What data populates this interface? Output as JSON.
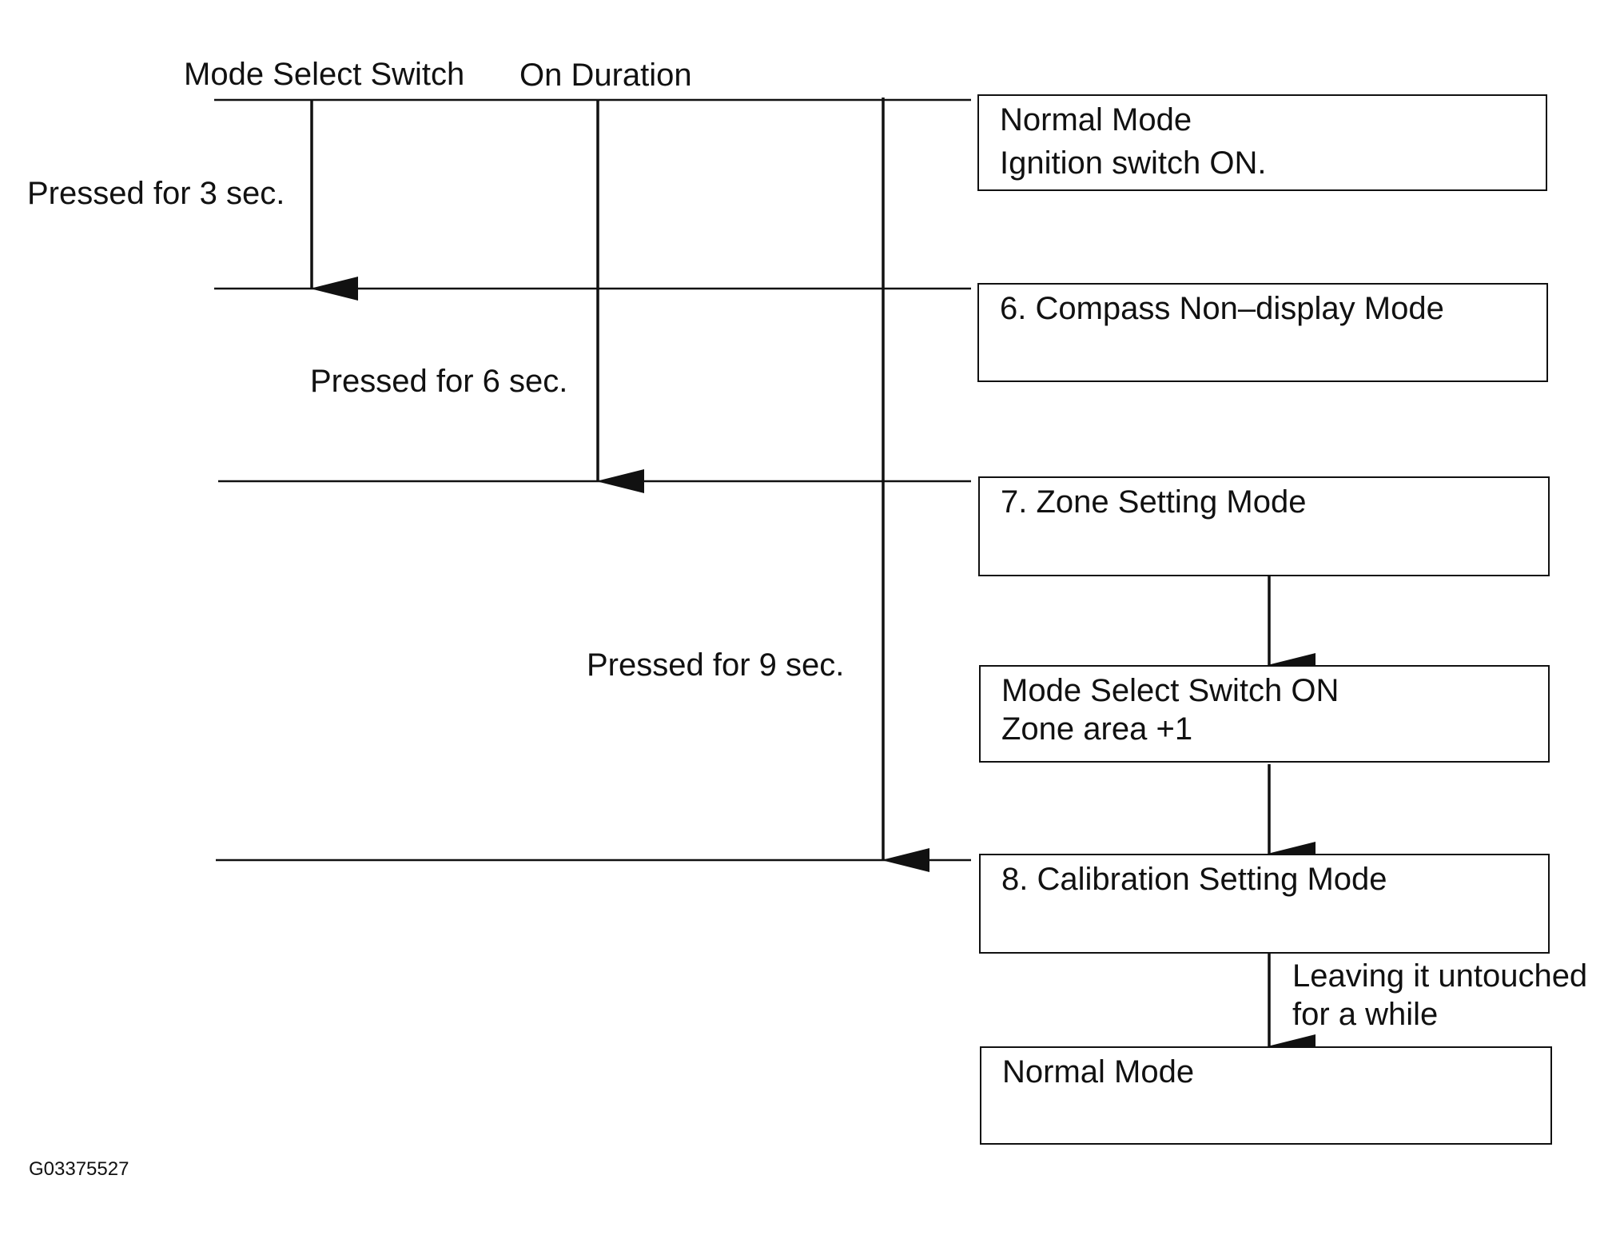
{
  "header": {
    "col1": "Mode Select Switch",
    "col2": "On Duration"
  },
  "durations": {
    "d3": "Pressed for 3 sec.",
    "d6": "Pressed for 6 sec.",
    "d9": "Pressed for 9 sec."
  },
  "boxes": {
    "normal": {
      "line1": "Normal Mode",
      "line2": "Ignition switch ON."
    },
    "compass": {
      "line1": "6. Compass Non–display Mode"
    },
    "zone": {
      "line1": "7. Zone Setting Mode"
    },
    "switch_on": {
      "line1": "Mode Select Switch ON",
      "line2": "Zone area +1"
    },
    "calibration": {
      "line1": "8. Calibration Setting Mode"
    },
    "normal_end": {
      "line1": "Normal Mode"
    }
  },
  "leaving": {
    "line1": "Leaving it untouched",
    "line2": "for a while"
  },
  "figure_id": "G03375527"
}
